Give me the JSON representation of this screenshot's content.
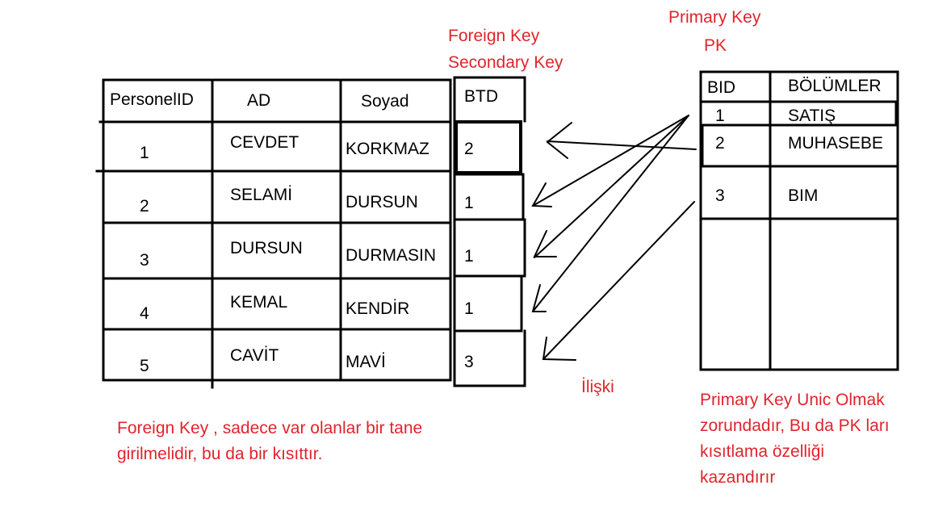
{
  "labels": {
    "foreign_key_line1": "Foreign Key",
    "foreign_key_line2": "Secondary Key",
    "primary_key_line1": "Primary Key",
    "primary_key_line2": "PK",
    "relation": "İlişki"
  },
  "notes": {
    "foreign_key_note_line1": "Foreign Key , sadece var olanlar bir tane",
    "foreign_key_note_line2": "girilmelidir, bu da bir kısıttır.",
    "primary_key_note_line1": "Primary Key Unic Olmak",
    "primary_key_note_line2": "zorundadır, Bu da PK ları",
    "primary_key_note_line3": "kısıtlama özelliği",
    "primary_key_note_line4": "kazandırır"
  },
  "personel_table": {
    "headers": [
      "PersonelID",
      "AD",
      "Soyad",
      "BTD"
    ],
    "rows": [
      [
        "1",
        "CEVDET",
        "KORKMAZ",
        "2"
      ],
      [
        "2",
        "SELAMİ",
        "DURSUN",
        "1"
      ],
      [
        "3",
        "DURSUN",
        "DURMASIN",
        "1"
      ],
      [
        "4",
        "KEMAL",
        "KENDİR",
        "1"
      ],
      [
        "5",
        "CAVİT",
        "MAVİ",
        "3"
      ]
    ]
  },
  "bolum_table": {
    "headers": [
      "BID",
      "BÖLÜMLER"
    ],
    "rows": [
      [
        "1",
        "SATIŞ"
      ],
      [
        "2",
        "MUHASEBE"
      ],
      [
        "3",
        "BIM"
      ]
    ]
  },
  "colors": {
    "annotation": "#e0242c",
    "ink": "#000000"
  }
}
